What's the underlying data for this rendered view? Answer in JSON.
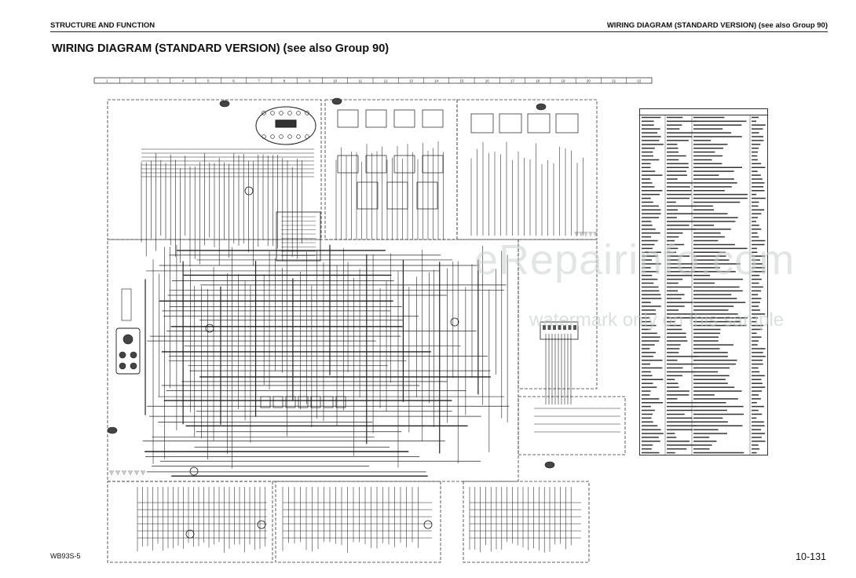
{
  "header": {
    "section": "STRUCTURE AND FUNCTION",
    "running_title": "WIRING DIAGRAM (STANDARD VERSION) (see also Group 90)"
  },
  "page_title": "WIRING DIAGRAM (STANDARD VERSION) (see also Group 90)",
  "grid_ruler": [
    "1",
    "2",
    "3",
    "4",
    "5",
    "6",
    "7",
    "8",
    "9",
    "10",
    "11",
    "12",
    "13",
    "14",
    "15",
    "16",
    "17",
    "18",
    "19",
    "20",
    "21",
    "22"
  ],
  "watermark": {
    "line1": "eRepairinfo.com",
    "line2": "watermark only on this sample"
  },
  "footer": {
    "model": "WB93S-5",
    "page_number": "10-131"
  },
  "colors": {
    "ink": "#1a1a1a",
    "wire": "#222222",
    "dashed_box": "#333333",
    "watermark": "#ccd0d0"
  }
}
